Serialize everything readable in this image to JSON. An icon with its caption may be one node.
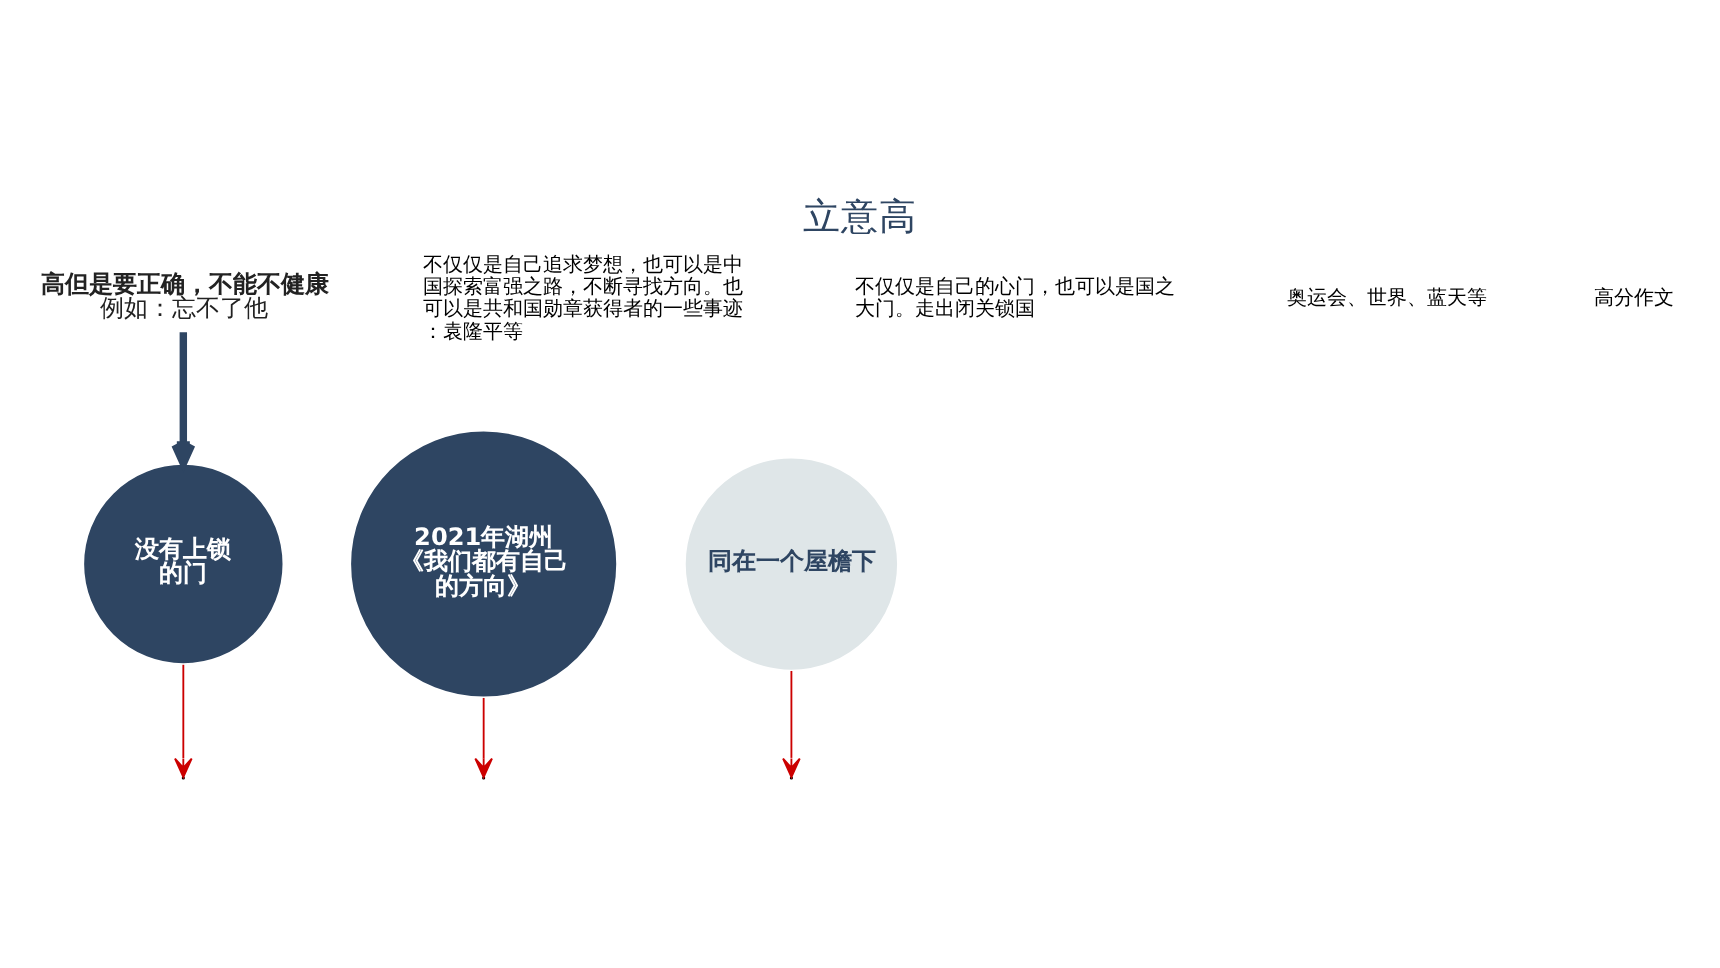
{
  "diagram": {
    "title": "立意高",
    "nodes": [
      {
        "text": [
          "没有上锁的门"
        ]
      },
      {
        "text": [
          "2021年湖州《我们都有自己的方向》"
        ]
      },
      {
        "text": [
          "同在一个屋檐下"
        ]
      },
      {
        "text": [
          "高但是要正确，不能不健康",
          "例如：忘不了他"
        ]
      }
    ],
    "edges": [
      {
        "from": 0,
        "to": null,
        "arrow": "to"
      },
      {
        "from": 1,
        "to": null,
        "arrow": "to"
      },
      {
        "from": 2,
        "to": null,
        "arrow": "to"
      },
      {
        "from": 3,
        "to": 0,
        "arrow": "to",
        "style": "thick",
        "color": "#2e4562"
      }
    ],
    "labels": [
      "不仅仅是自己追求梦想，也可以是中国探索富强之路，不断寻找方向。也可以是共和国勋章获得者的一些事迹：袁隆平等",
      "不仅仅是自己的心门，也可以是国之大门。走出闭关锁国",
      "奥运会、世界、蓝天等",
      "高分作文"
    ]
  }
}
